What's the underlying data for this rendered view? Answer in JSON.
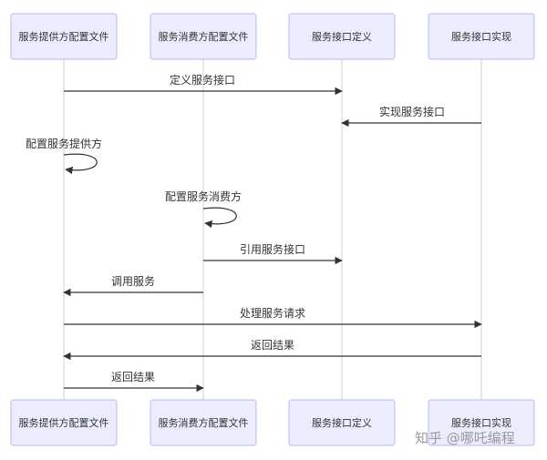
{
  "participants": [
    "服务提供方配置文件",
    "服务消费方配置文件",
    "服务接口定义",
    "服务接口实现"
  ],
  "messages": [
    {
      "from": 0,
      "to": 2,
      "label": "定义服务接口"
    },
    {
      "from": 3,
      "to": 2,
      "label": "实现服务接口"
    },
    {
      "from": 0,
      "to": 0,
      "label": "配置服务提供方"
    },
    {
      "from": 1,
      "to": 1,
      "label": "配置服务消费方"
    },
    {
      "from": 1,
      "to": 2,
      "label": "引用服务接口"
    },
    {
      "from": 1,
      "to": 0,
      "label": "调用服务"
    },
    {
      "from": 0,
      "to": 3,
      "label": "处理服务请求"
    },
    {
      "from": 3,
      "to": 0,
      "label": "返回结果"
    },
    {
      "from": 0,
      "to": 1,
      "label": "返回结果"
    }
  ],
  "watermark": "知乎 @哪吒编程"
}
